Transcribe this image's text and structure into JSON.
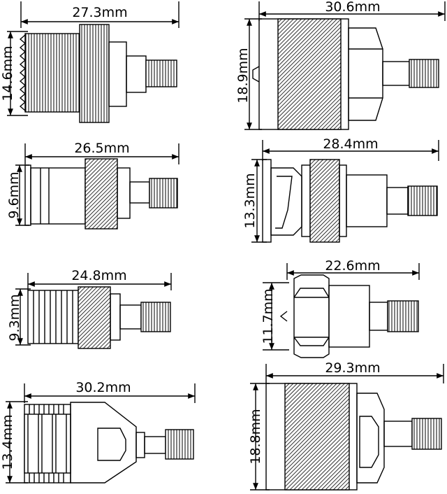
{
  "connectors": [
    {
      "id": "c1",
      "width_label": "27.3mm",
      "height_label": "14.6mm"
    },
    {
      "id": "c2",
      "width_label": "30.6mm",
      "height_label": "18.9mm"
    },
    {
      "id": "c3",
      "width_label": "26.5mm",
      "height_label": "9.6mm"
    },
    {
      "id": "c4",
      "width_label": "28.4mm",
      "height_label": "13.3mm"
    },
    {
      "id": "c5",
      "width_label": "24.8mm",
      "height_label": "9.3mm"
    },
    {
      "id": "c6",
      "width_label": "22.6mm",
      "height_label": "11.7mm"
    },
    {
      "id": "c7",
      "width_label": "30.2mm",
      "height_label": "13.4mm"
    },
    {
      "id": "c8",
      "width_label": "29.3mm",
      "height_label": "18.8mm"
    }
  ]
}
